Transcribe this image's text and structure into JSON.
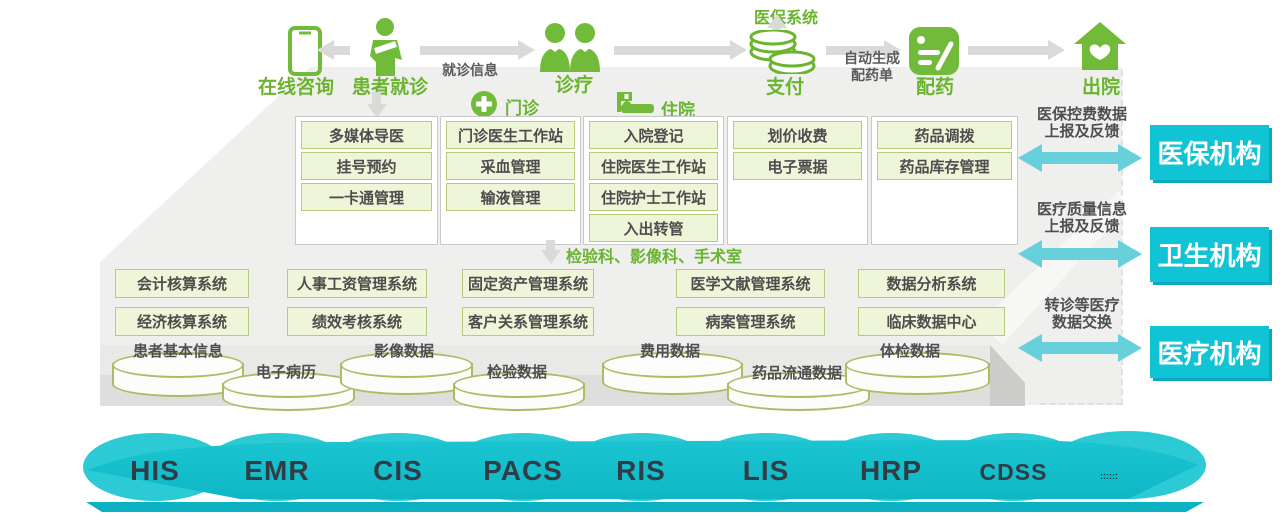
{
  "colors": {
    "green": "#6ab42e",
    "pale_box_bg": "#eef5d8",
    "pale_box_border": "#b5cc7b",
    "teal": "#15c2ce",
    "teal_dark": "#0bb0c2",
    "teal_box": "#10c3d5",
    "gray_arrow": "#dadad9",
    "floor": "#efefee"
  },
  "workflow": {
    "online_label": "在线咨询",
    "patient_label": "患者就诊",
    "visit_info_label": "就诊信息",
    "treat_label": "诊疗",
    "insurance_system_label": "医保系统",
    "pay_label": "支付",
    "auto_gen_line1": "自动生成",
    "auto_gen_line2": "配药单",
    "dispense_label": "配药",
    "discharge_label": "出院"
  },
  "sections": {
    "outpatient_header": "门诊",
    "inpatient_header": "住院",
    "registration_items": [
      "多媒体导医",
      "挂号预约",
      "一卡通管理"
    ],
    "outpatient_items": [
      "门诊医生工作站",
      "采血管理",
      "输液管理"
    ],
    "inpatient_items": [
      "入院登记",
      "住院医生工作站",
      "住院护士工作站",
      "入出转管"
    ],
    "billing_items": [
      "划价收费",
      "电子票据"
    ],
    "pharmacy_items": [
      "药品调拨",
      "药品库存管理"
    ],
    "departments_note": "检验科、影像科、手术室"
  },
  "admin_systems": {
    "row1": [
      "会计核算系统",
      "人事工资管理系统",
      "固定资产管理系统",
      "医学文献管理系统",
      "数据分析系统"
    ],
    "row2": [
      "经济核算系统",
      "绩效考核系统",
      "客户关系管理系统",
      "病案管理系统",
      "临床数据中心"
    ]
  },
  "databases": [
    "患者基本信息",
    "电子病历",
    "影像数据",
    "检验数据",
    "费用数据",
    "药品流通数据",
    "体检数据"
  ],
  "platform_banner": {
    "acronyms": [
      "HIS",
      "EMR",
      "CIS",
      "PACS",
      "RIS",
      "LIS",
      "HRP",
      "CDSS"
    ],
    "watermark": "::::::"
  },
  "external": [
    {
      "line1": "医保控费数据",
      "line2": "上报及反馈",
      "org": "医保机构"
    },
    {
      "line1": "医疗质量信息",
      "line2": "上报及反馈",
      "org": "卫生机构"
    },
    {
      "line1": "转诊等医疗",
      "line2": "数据交换",
      "org": "医疗机构"
    }
  ]
}
